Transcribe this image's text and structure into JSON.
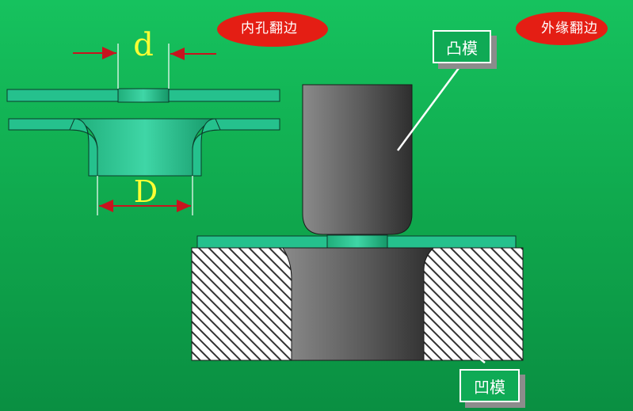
{
  "badges": {
    "inner_flanging": "内孔翻边",
    "outer_flanging": "外缘翻边"
  },
  "dimensions": {
    "small": "d",
    "large": "D"
  },
  "labels": {
    "punch": "凸模",
    "die": "凹模"
  },
  "colors": {
    "background": "#12b556",
    "sheet": "#25c18d",
    "badge": "#e41e14",
    "dimension_text": "#ffff33",
    "dimension_arrow": "#c8141e"
  }
}
